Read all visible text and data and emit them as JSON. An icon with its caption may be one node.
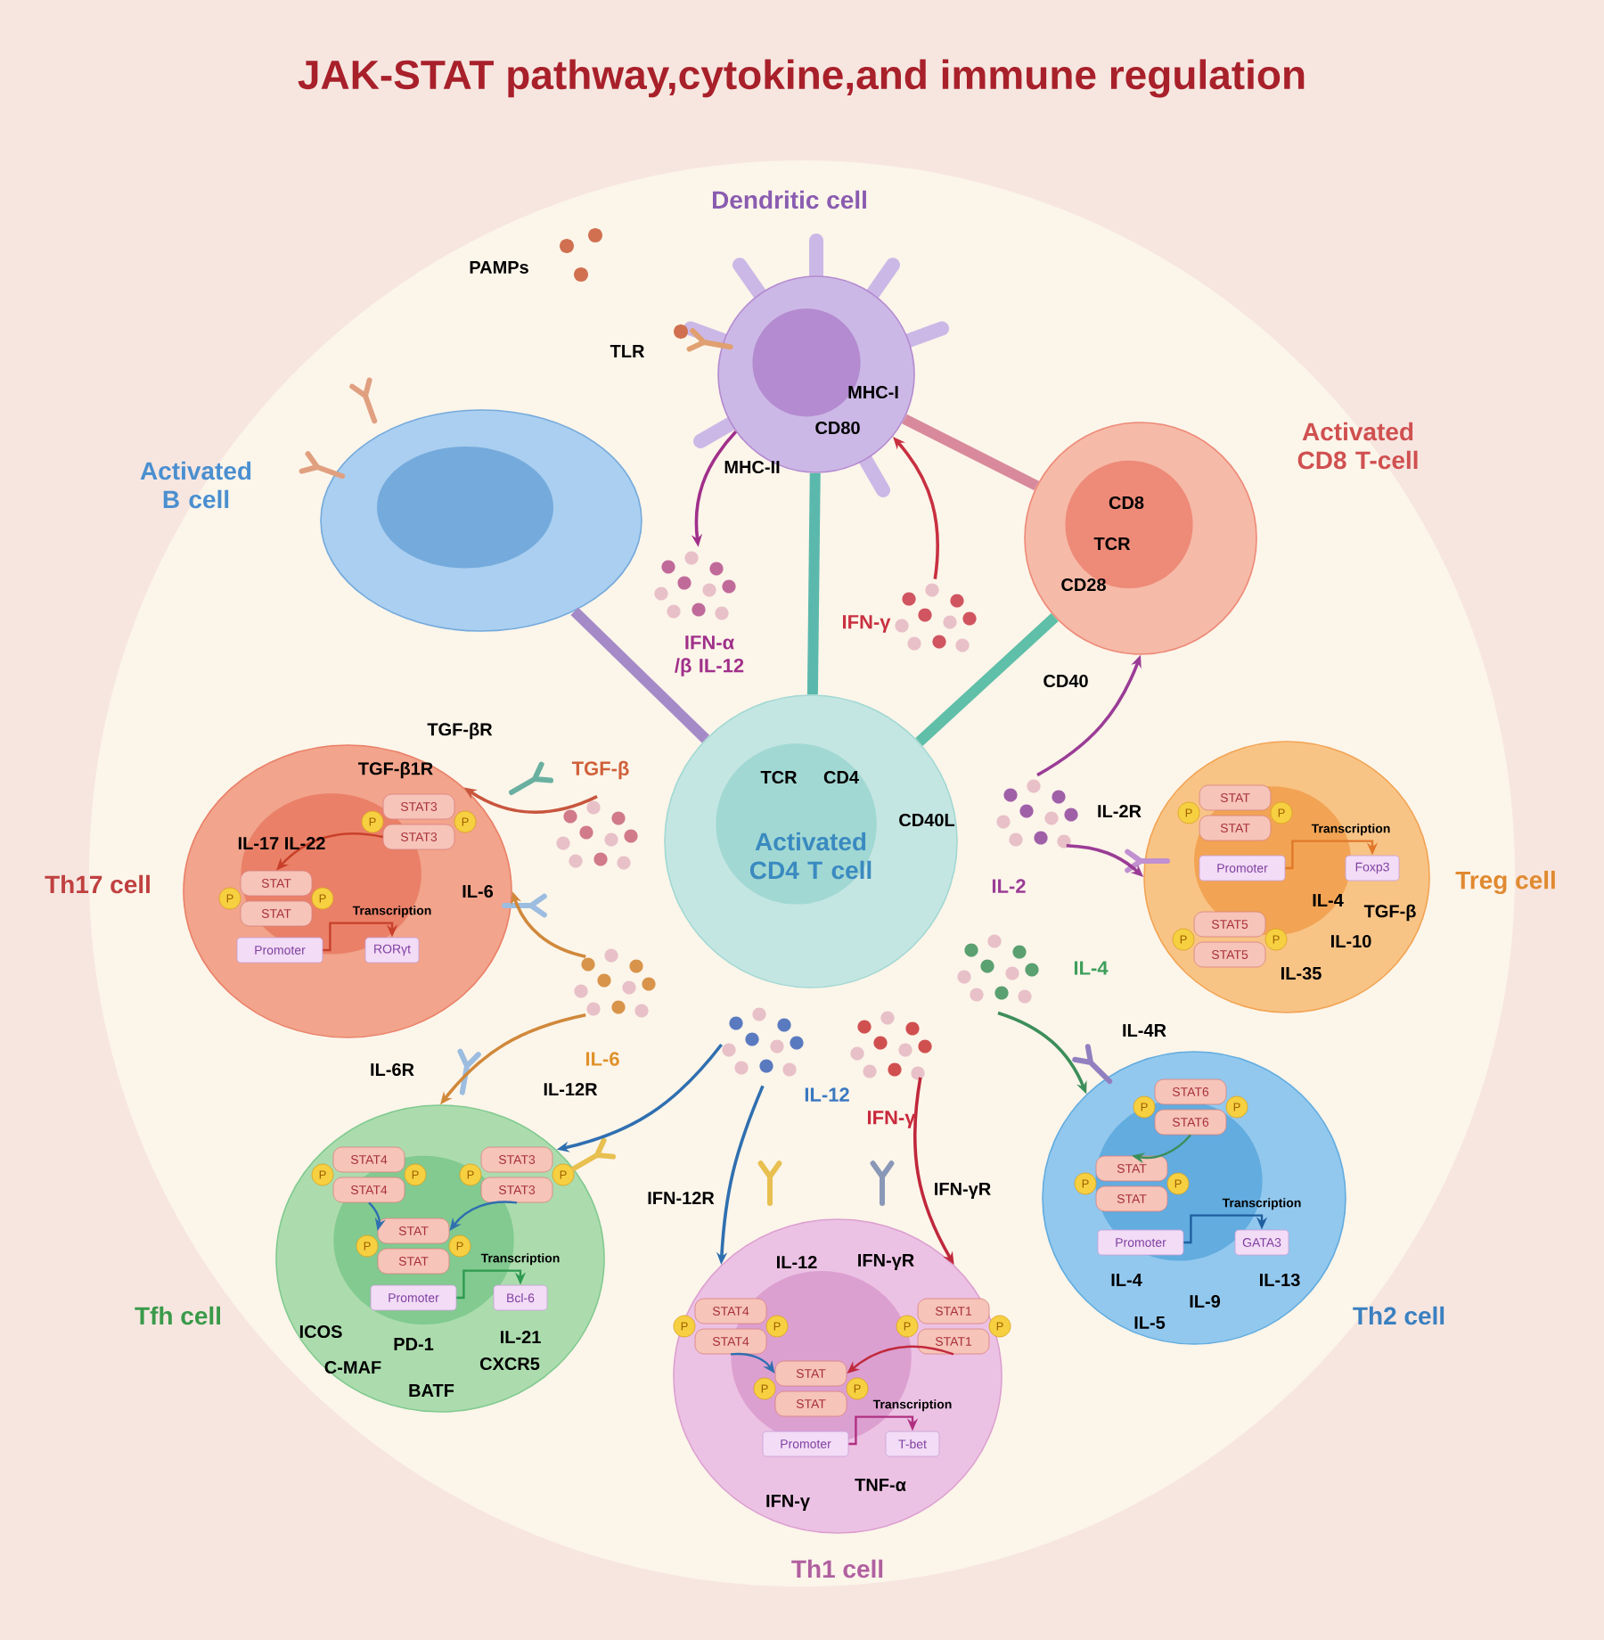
{
  "diagram": {
    "title": "JAK-STAT pathway,cytokine,and immune regulation",
    "nodes": [
      {
        "text": [
          "Dendritic cell"
        ]
      },
      {
        "text": [
          "Activated B cell"
        ]
      },
      {
        "text": [
          "Activated CD8 T-cell"
        ]
      },
      {
        "text": [
          "Activated CD4 T cell"
        ]
      },
      {
        "text": [
          "Th17 cell"
        ]
      },
      {
        "text": [
          "Treg cell"
        ]
      },
      {
        "text": [
          "Tfh cell"
        ]
      },
      {
        "text": [
          "Th1 cell"
        ]
      },
      {
        "text": [
          "Th2 cell"
        ]
      },
      {
        "text": [],
        "shape": "picture",
        "beside": [
          "IFN-α /β IL-12"
        ]
      },
      {
        "text": [],
        "shape": "picture",
        "beside": [
          "IFN-γ"
        ]
      },
      {
        "text": [],
        "shape": "picture",
        "beside": [
          "TGF-β"
        ]
      },
      {
        "text": [],
        "shape": "picture",
        "beside": [
          "IL-6"
        ]
      },
      {
        "text": [],
        "shape": "picture",
        "beside": [
          "IL-12"
        ]
      },
      {
        "text": [],
        "shape": "picture",
        "beside": [
          "IFN-γ"
        ]
      },
      {
        "text": [],
        "shape": "picture",
        "beside": [
          "IL-2"
        ]
      },
      {
        "text": [],
        "shape": "picture",
        "beside": [
          "IL-4"
        ]
      },
      {
        "text": [
          "STAT3"
        ],
        "in": 4
      },
      {
        "text": [
          "STAT3"
        ],
        "in": 4
      },
      {
        "text": [
          "P"
        ],
        "in": 4
      },
      {
        "text": [
          "P"
        ],
        "in": 4
      },
      {
        "text": [
          "STAT"
        ],
        "in": 4
      },
      {
        "text": [
          "STAT"
        ],
        "in": 4
      },
      {
        "text": [
          "P"
        ],
        "in": 4
      },
      {
        "text": [
          "P"
        ],
        "in": 4
      },
      {
        "text": [
          "Promoter"
        ],
        "in": 4
      },
      {
        "text": [
          "RORγt"
        ],
        "in": 4
      },
      {
        "text": [
          "STAT"
        ],
        "in": 5
      },
      {
        "text": [
          "STAT"
        ],
        "in": 5
      },
      {
        "text": [
          "P"
        ],
        "in": 5
      },
      {
        "text": [
          "P"
        ],
        "in": 5
      },
      {
        "text": [
          "Promoter"
        ],
        "in": 5
      },
      {
        "text": [
          "Foxp3"
        ],
        "in": 5
      },
      {
        "text": [
          "STAT5"
        ],
        "in": 5
      },
      {
        "text": [
          "STAT5"
        ],
        "in": 5
      },
      {
        "text": [
          "P"
        ],
        "in": 5
      },
      {
        "text": [
          "P"
        ],
        "in": 5
      },
      {
        "text": [
          "STAT4"
        ],
        "in": 6
      },
      {
        "text": [
          "STAT4"
        ],
        "in": 6
      },
      {
        "text": [
          "P"
        ],
        "in": 6
      },
      {
        "text": [
          "P"
        ],
        "in": 6
      },
      {
        "text": [
          "STAT3"
        ],
        "in": 6
      },
      {
        "text": [
          "STAT3"
        ],
        "in": 6
      },
      {
        "text": [
          "P"
        ],
        "in": 6
      },
      {
        "text": [
          "P"
        ],
        "in": 6
      },
      {
        "text": [
          "STAT"
        ],
        "in": 6
      },
      {
        "text": [
          "STAT"
        ],
        "in": 6
      },
      {
        "text": [
          "P"
        ],
        "in": 6
      },
      {
        "text": [
          "P"
        ],
        "in": 6
      },
      {
        "text": [
          "Promoter"
        ],
        "in": 6
      },
      {
        "text": [
          "Bcl-6"
        ],
        "in": 6
      },
      {
        "text": [
          "STAT4"
        ],
        "in": 7
      },
      {
        "text": [
          "STAT4"
        ],
        "in": 7
      },
      {
        "text": [
          "P"
        ],
        "in": 7
      },
      {
        "text": [
          "P"
        ],
        "in": 7
      },
      {
        "text": [
          "STAT1"
        ],
        "in": 7
      },
      {
        "text": [
          "STAT1"
        ],
        "in": 7
      },
      {
        "text": [
          "P"
        ],
        "in": 7
      },
      {
        "text": [
          "P"
        ],
        "in": 7
      },
      {
        "text": [
          "STAT"
        ],
        "in": 7
      },
      {
        "text": [
          "STAT"
        ],
        "in": 7
      },
      {
        "text": [
          "P"
        ],
        "in": 7
      },
      {
        "text": [
          "P"
        ],
        "in": 7
      },
      {
        "text": [
          "Promoter"
        ],
        "in": 7
      },
      {
        "text": [
          "T-bet"
        ],
        "in": 7
      },
      {
        "text": [
          "STAT6"
        ],
        "in": 8
      },
      {
        "text": [
          "STAT6"
        ],
        "in": 8
      },
      {
        "text": [
          "P"
        ],
        "in": 8
      },
      {
        "text": [
          "P"
        ],
        "in": 8
      },
      {
        "text": [
          "STAT"
        ],
        "in": 8
      },
      {
        "text": [
          "STAT"
        ],
        "in": 8
      },
      {
        "text": [
          "P"
        ],
        "in": 8
      },
      {
        "text": [
          "P"
        ],
        "in": 8
      },
      {
        "text": [
          "Promoter"
        ],
        "in": 8
      },
      {
        "text": [
          "GATA3"
        ],
        "in": 8
      }
    ],
    "edges": [
      {
        "from": 0,
        "to": 3,
        "arrow": "none",
        "style": "thick",
        "color": "#5bb8ac"
      },
      {
        "from": 0,
        "to": 2,
        "arrow": "none",
        "style": "thick",
        "color": "#d88a9c"
      },
      {
        "from": 1,
        "to": 3,
        "arrow": "none",
        "style": "thick",
        "color": "#a58ac8"
      },
      {
        "from": 2,
        "to": 3,
        "arrow": "none",
        "style": "thick",
        "color": "#5fbfa8"
      },
      {
        "from": 0,
        "to": 9,
        "arrow": "to",
        "color": "#a0308a"
      },
      {
        "from": 10,
        "to": 0,
        "arrow": "to",
        "color": "#c83040"
      },
      {
        "from": 11,
        "to": 4,
        "arrow": "to",
        "color": "#c8553d"
      },
      {
        "from": 12,
        "to": 4,
        "arrow": "to",
        "color": "#d0883a"
      },
      {
        "from": 12,
        "to": 6,
        "arrow": "to",
        "color": "#d0883a"
      },
      {
        "from": 13,
        "to": 6,
        "arrow": "to",
        "color": "#2f6fb0"
      },
      {
        "from": 13,
        "to": 7,
        "arrow": "to",
        "color": "#2f6fb0"
      },
      {
        "from": 14,
        "to": 7,
        "arrow": "to",
        "color": "#c0283c"
      },
      {
        "from": 15,
        "to": 2,
        "arrow": "to",
        "color": "#9a3c96"
      },
      {
        "from": 15,
        "to": 5,
        "arrow": "to",
        "color": "#9a3c96"
      },
      {
        "from": 16,
        "to": 8,
        "arrow": "to",
        "color": "#3c8e5a"
      },
      {
        "from": 25,
        "to": 26,
        "arrow": "to",
        "label": "Transcription",
        "color": "#c8402a"
      },
      {
        "from": 31,
        "to": 32,
        "arrow": "to",
        "label": "Transcription",
        "color": "#e0782a"
      },
      {
        "from": 49,
        "to": 50,
        "arrow": "to",
        "label": "Transcription",
        "color": "#2e9a50"
      },
      {
        "from": 63,
        "to": 64,
        "arrow": "to",
        "label": "Transcription",
        "color": "#b03080"
      },
      {
        "from": 73,
        "to": 74,
        "arrow": "to",
        "label": "Transcription",
        "color": "#1f5f9f"
      },
      {
        "from": 18,
        "to": 21,
        "arrow": "to",
        "color": "#c8402a"
      },
      {
        "from": 38,
        "to": 45,
        "arrow": "to",
        "color": "#2f6fb0"
      },
      {
        "from": 42,
        "to": 45,
        "arrow": "to",
        "color": "#2f6fb0"
      },
      {
        "from": 52,
        "to": 59,
        "arrow": "to",
        "color": "#2f6fb0"
      },
      {
        "from": 56,
        "to": 59,
        "arrow": "to",
        "color": "#c0283c"
      },
      {
        "from": 66,
        "to": 69,
        "arrow": "to",
        "color": "#3c8e5a"
      }
    ],
    "labels": [
      "PAMPs",
      "TLR",
      "MHC-I",
      "CD80",
      "MHC-II",
      "CD8",
      "TCR",
      "CD28",
      "CD40",
      "TCR",
      "CD4",
      "CD40L",
      "TGF-βR",
      "TGF-β1R",
      "IL-17 IL-22",
      "IL-6",
      "IL-6R",
      "IL-12R",
      "ICOS",
      "PD-1",
      "IL-21",
      "C-MAF",
      "CXCR5",
      "BATF",
      "IFN-12R",
      "IFN-γR",
      "IL-12",
      "IFN-γR",
      "TNF-α",
      "IFN-γ",
      "IL-2R",
      "IL-4",
      "TGF-β",
      "IL-10",
      "IL-35",
      "IL-4R",
      "IL-4",
      "IL-9",
      "IL-13",
      "IL-5"
    ]
  }
}
